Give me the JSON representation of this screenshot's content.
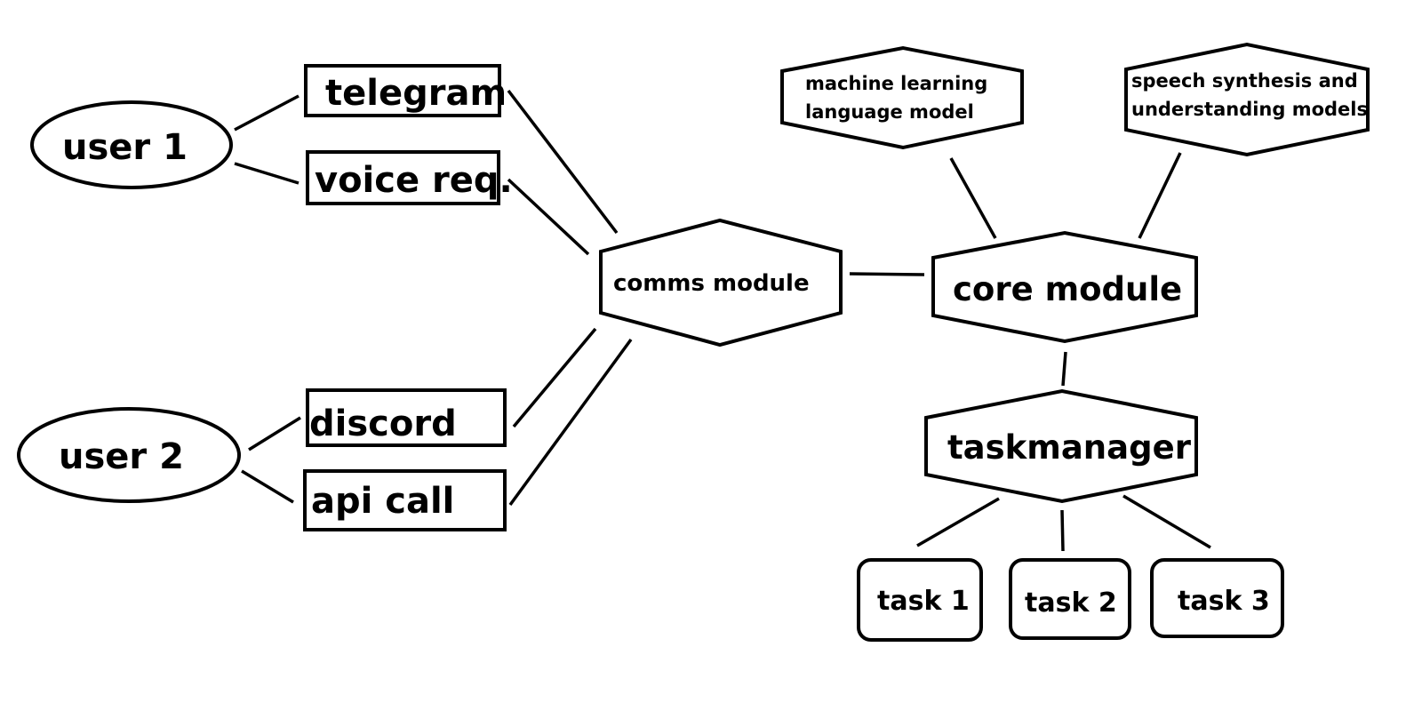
{
  "nodes": {
    "user1": "user 1",
    "user2": "user 2",
    "telegram": "telegram",
    "voice": "voice req.",
    "discord": "discord",
    "api": "api call",
    "comms": "comms module",
    "core": "core module",
    "ml": {
      "line1": "machine learning",
      "line2": "language model"
    },
    "speech": {
      "line1": "speech synthesis and",
      "line2": "understanding models"
    },
    "taskmanager": "taskmanager",
    "task1": "task 1",
    "task2": "task 2",
    "task3": "task 3"
  },
  "colors": {
    "stroke": "#000000",
    "background": "#ffffff"
  }
}
